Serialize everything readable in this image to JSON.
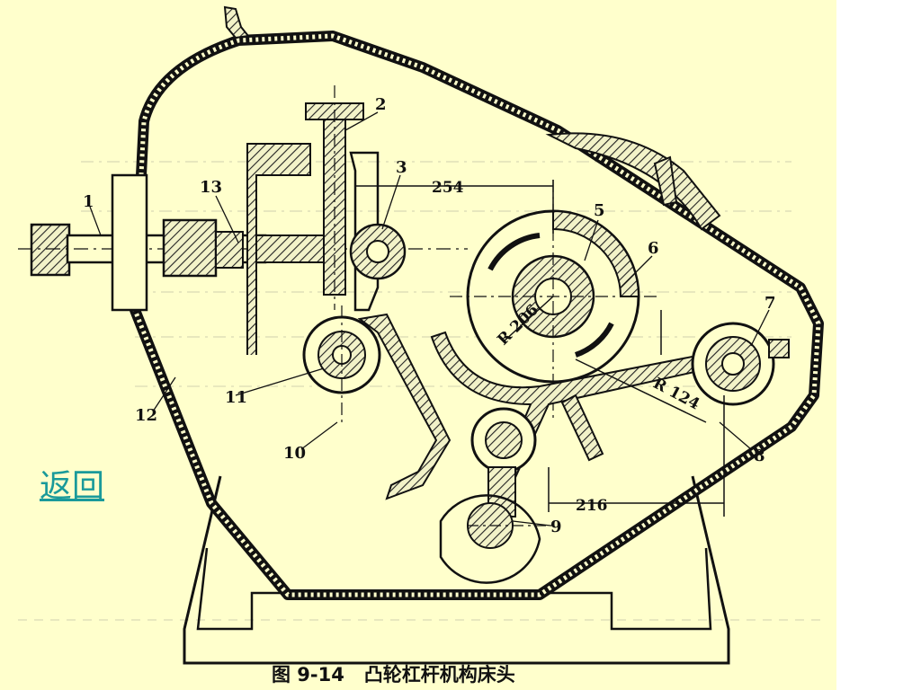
{
  "slide": {
    "background": "#ffffcc",
    "back_link": "返回",
    "back_link_color": "#1a9a9a"
  },
  "figure": {
    "caption": "图 9-14   凸轮杠杆机构床头",
    "part_labels": [
      "1",
      "2",
      "3",
      "5",
      "6",
      "7",
      "8",
      "9",
      "10",
      "11",
      "12",
      "13"
    ],
    "dimensions": [
      "254",
      "216",
      "R 124",
      "R 206"
    ]
  }
}
